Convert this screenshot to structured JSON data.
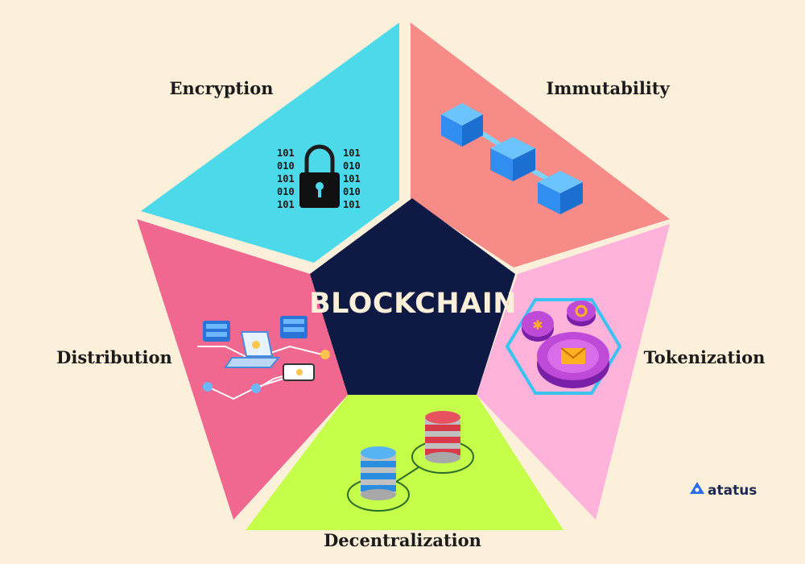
{
  "center": {
    "title": "BLOCKCHAIN"
  },
  "segments": [
    {
      "id": "encryption",
      "label": "Encryption",
      "icon": "padlock-binary-icon",
      "color": "#4cd9ea"
    },
    {
      "id": "immutability",
      "label": "Immutability",
      "icon": "linked-blocks-icon",
      "color": "#f78b87"
    },
    {
      "id": "tokenization",
      "label": "Tokenization",
      "icon": "token-coins-icon",
      "color": "#ffb3da"
    },
    {
      "id": "decentralization",
      "label": "Decentralization",
      "icon": "database-nodes-icon",
      "color": "#c6ff4a"
    },
    {
      "id": "distribution",
      "label": "Distribution",
      "icon": "network-devices-icon",
      "color": "#f0678f"
    }
  ],
  "center_color": "#0f1a44",
  "background_color": "#fdf0da",
  "encryption_bits": [
    "101",
    "010",
    "101",
    "010",
    "101"
  ],
  "brand": {
    "name": "atatus",
    "icon": "atatus-logo-icon"
  }
}
